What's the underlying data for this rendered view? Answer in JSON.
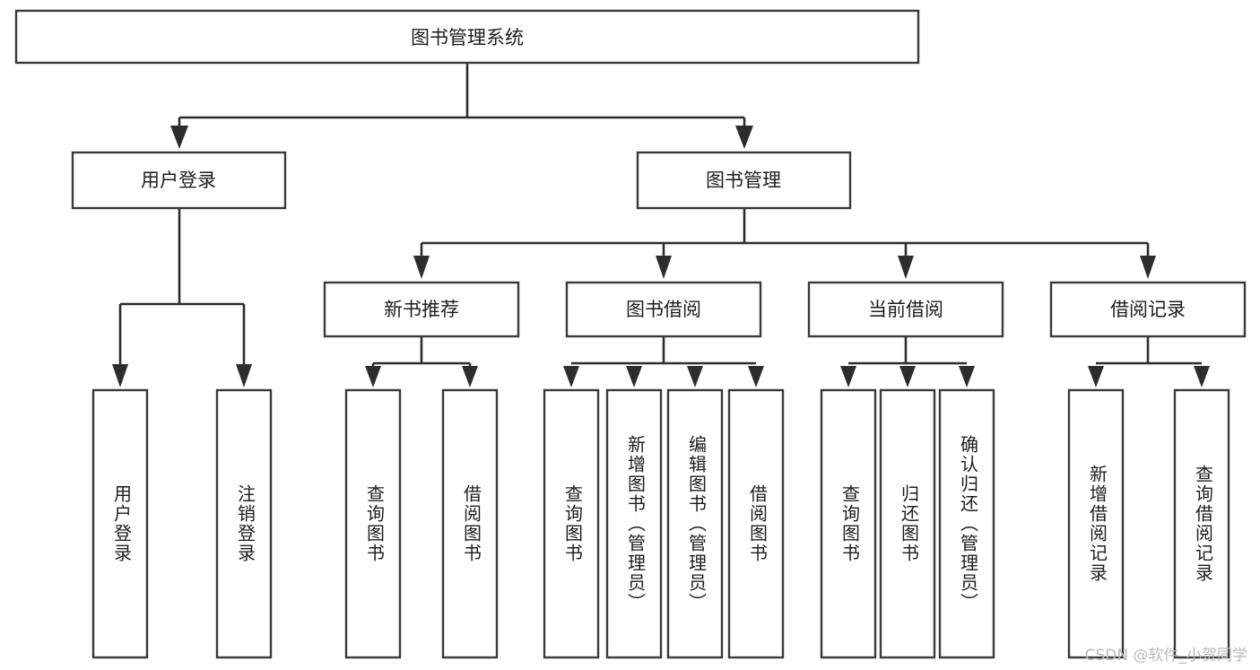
{
  "diagram": {
    "type": "hierarchical-tree",
    "title": "图书管理系统",
    "root": {
      "id": "root",
      "label": "图书管理系统"
    },
    "level2": [
      {
        "id": "user-login",
        "label": "用户登录"
      },
      {
        "id": "book-manage",
        "label": "图书管理"
      }
    ],
    "level3": [
      {
        "id": "new-book-rec",
        "label": "新书推荐",
        "parent": "book-manage"
      },
      {
        "id": "book-borrow",
        "label": "图书借阅",
        "parent": "book-manage"
      },
      {
        "id": "current-borrow",
        "label": "当前借阅",
        "parent": "book-manage"
      },
      {
        "id": "borrow-record",
        "label": "借阅记录",
        "parent": "book-manage"
      }
    ],
    "leaves": [
      {
        "id": "leaf-user-login",
        "label": "用户登录",
        "parent": "user-login"
      },
      {
        "id": "leaf-logout",
        "label": "注销登录",
        "parent": "user-login"
      },
      {
        "id": "leaf-query-book-1",
        "label": "查询图书",
        "parent": "new-book-rec"
      },
      {
        "id": "leaf-borrow-book-1",
        "label": "借阅图书",
        "parent": "new-book-rec"
      },
      {
        "id": "leaf-query-book-2",
        "label": "查询图书",
        "parent": "book-borrow"
      },
      {
        "id": "leaf-add-book",
        "label": "新增图书（管理员）",
        "parent": "book-borrow"
      },
      {
        "id": "leaf-edit-book",
        "label": "编辑图书（管理员）",
        "parent": "book-borrow"
      },
      {
        "id": "leaf-borrow-book-2",
        "label": "借阅图书",
        "parent": "book-borrow"
      },
      {
        "id": "leaf-query-book-3",
        "label": "查询图书",
        "parent": "current-borrow"
      },
      {
        "id": "leaf-return-book",
        "label": "归还图书",
        "parent": "current-borrow"
      },
      {
        "id": "leaf-confirm-return",
        "label": "确认归还（管理员）",
        "parent": "current-borrow"
      },
      {
        "id": "leaf-add-record",
        "label": "新增借阅记录",
        "parent": "borrow-record"
      },
      {
        "id": "leaf-query-record",
        "label": "查询借阅记录",
        "parent": "borrow-record"
      }
    ]
  },
  "watermark": {
    "text": "CSDN @软件_小贺同学"
  },
  "colors": {
    "background": "#ffffff",
    "box_fill": "#ffffff",
    "box_stroke": "#3a3a3a",
    "connector": "#2d2d2d",
    "text": "#1d1d1d",
    "watermark": "#b9b9b9"
  }
}
